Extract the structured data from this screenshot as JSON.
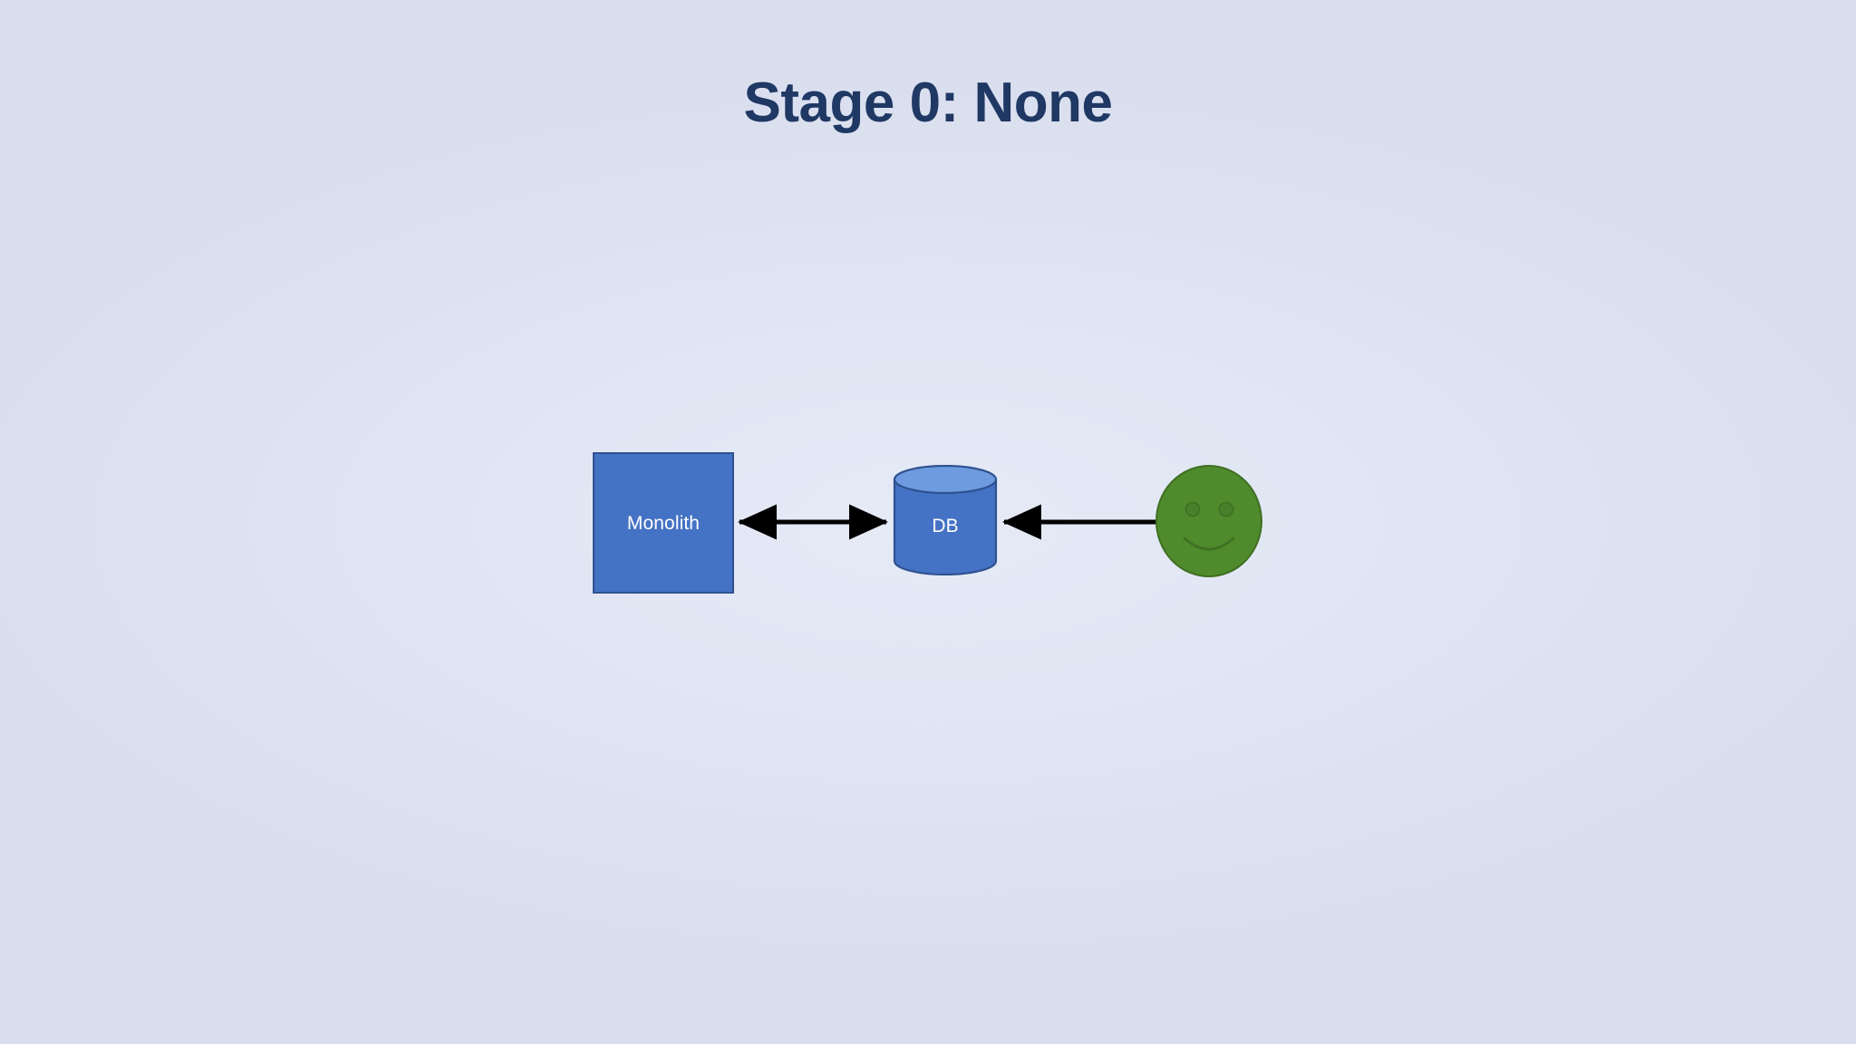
{
  "slide": {
    "title": "Stage 0: None",
    "background_color": "#dce1f0",
    "title_color": "#1f3864"
  },
  "diagram": {
    "type": "architecture-diagram",
    "nodes": [
      {
        "id": "monolith",
        "label": "Monolith",
        "shape": "rectangle",
        "fill_color": "#4472c4",
        "border_color": "#2f528f",
        "text_color": "#ffffff"
      },
      {
        "id": "db",
        "label": "DB",
        "shape": "cylinder",
        "fill_color": "#4472c4",
        "top_fill_color": "#6e9be0",
        "border_color": "#2f528f",
        "text_color": "#ffffff"
      },
      {
        "id": "user",
        "label": "",
        "shape": "smiley-face",
        "fill_color": "#4f8a2d",
        "border_color": "#3f6f22",
        "feature_color": "#3f6f22"
      }
    ],
    "connectors": [
      {
        "id": "monolith-db",
        "from": "monolith",
        "to": "db",
        "style": "double-arrow",
        "color": "#000000"
      },
      {
        "id": "user-db",
        "from": "user",
        "to": "db",
        "style": "single-arrow",
        "color": "#000000"
      }
    ]
  }
}
